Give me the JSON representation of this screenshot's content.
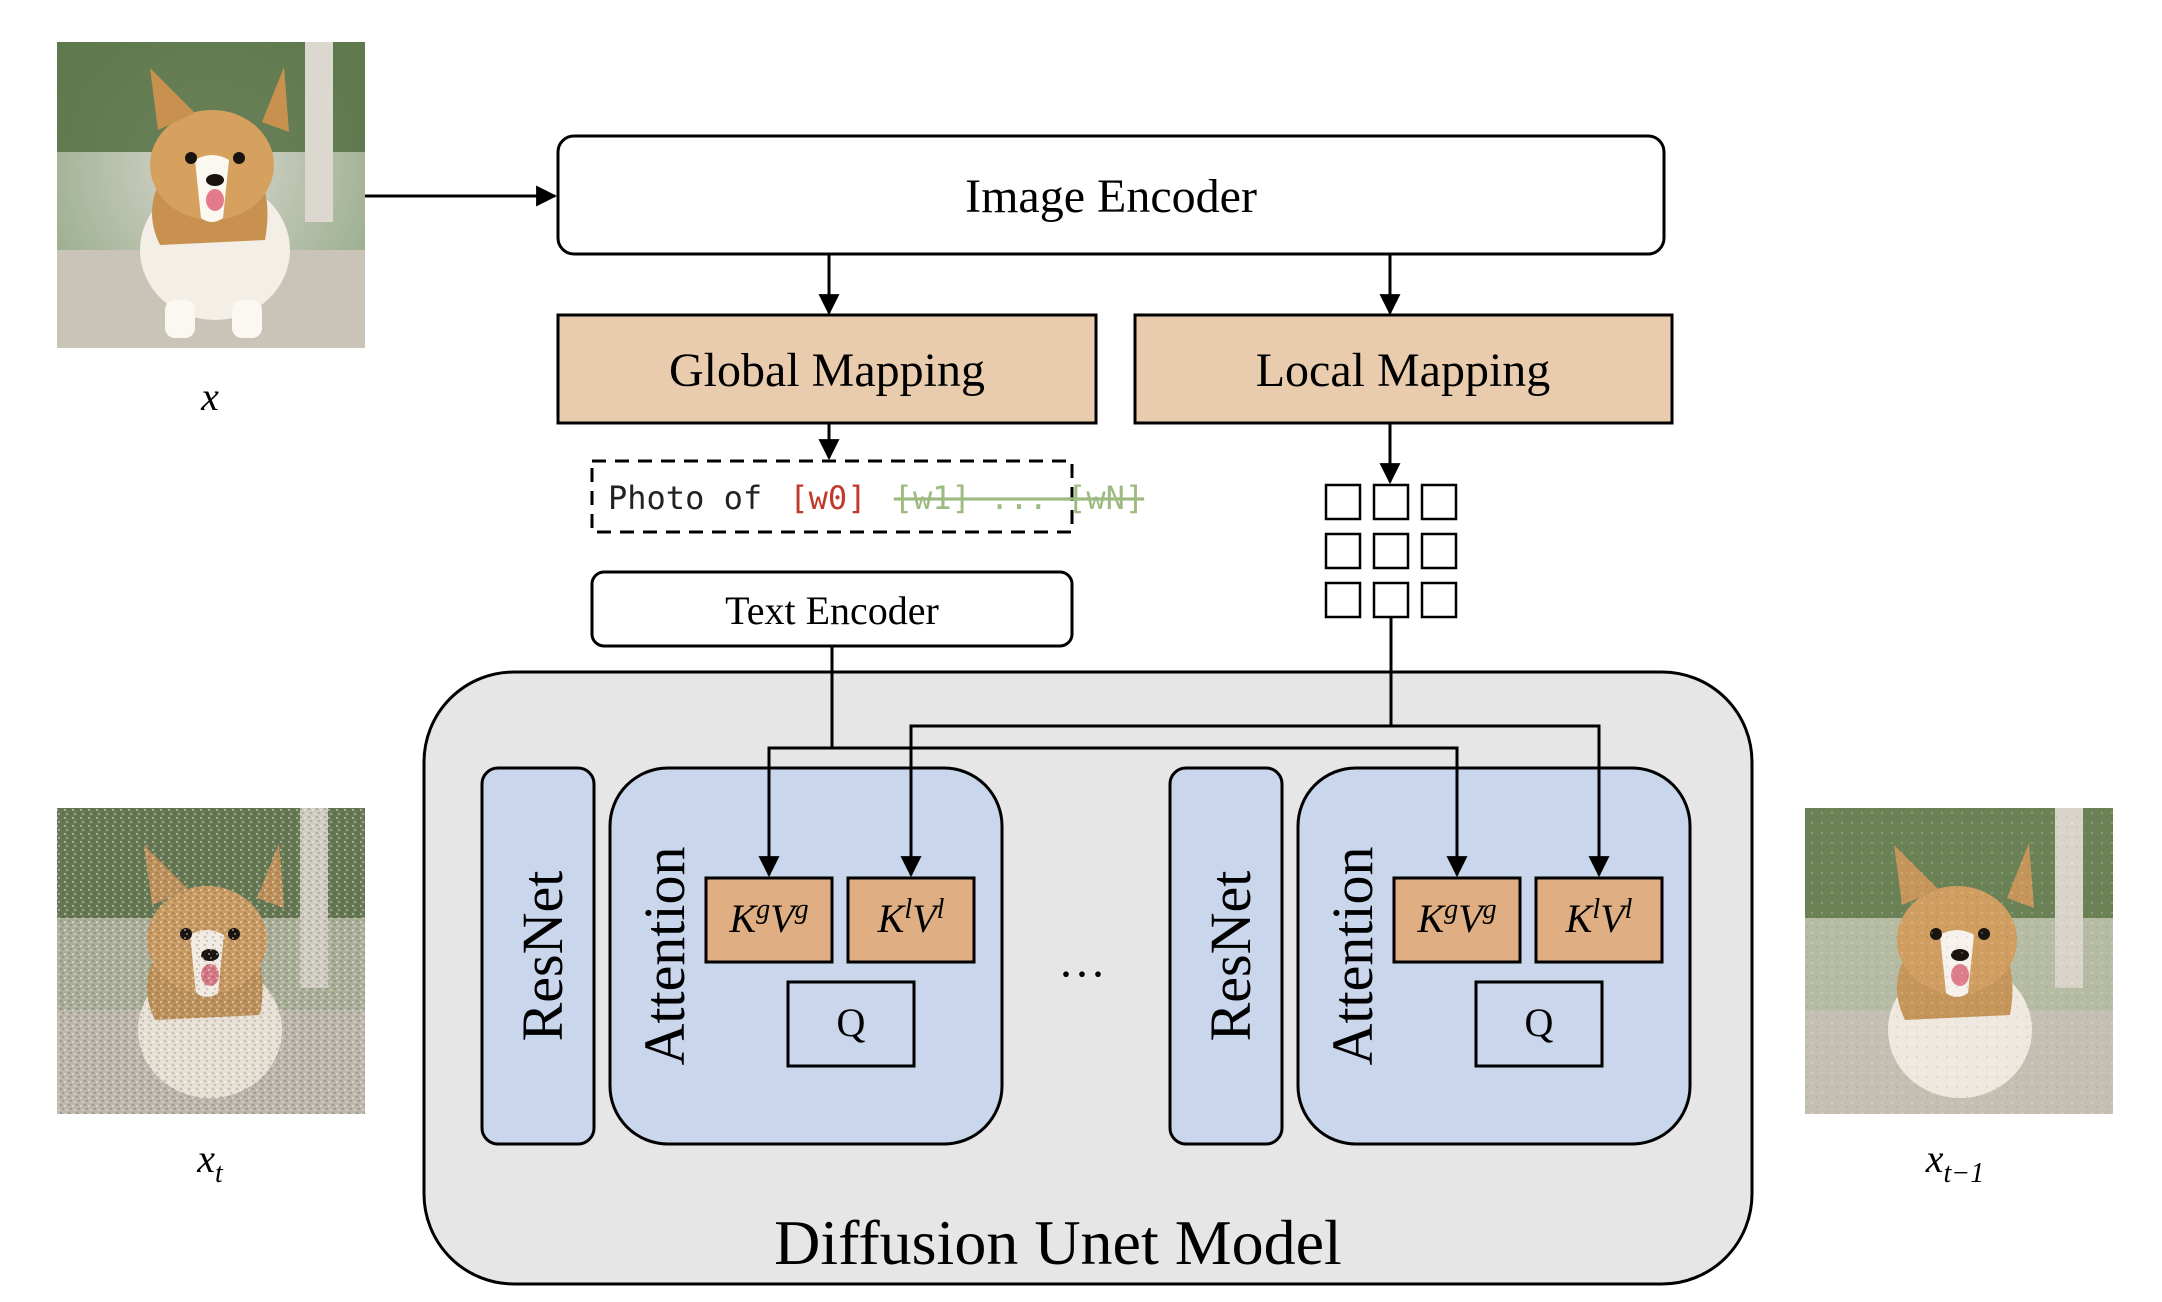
{
  "encoder": {
    "label": "Image Encoder"
  },
  "global_mapping": {
    "label": "Global Mapping"
  },
  "local_mapping": {
    "label": "Local Mapping"
  },
  "prompt": {
    "prefix": "Photo of",
    "w0": "[w0]",
    "rest": "[w1] ... [wN]"
  },
  "text_encoder": {
    "label": "Text Encoder"
  },
  "unet": {
    "label": "Diffusion Unet Model",
    "ellipsis": "···",
    "blocks": [
      {
        "resnet": "ResNet",
        "attention": "Attention",
        "kv_global": "KgVg",
        "kv_local": "KlVl",
        "query": "Q"
      },
      {
        "resnet": "ResNet",
        "attention": "Attention",
        "kv_global": "KgVg",
        "kv_local": "KlVl",
        "query": "Q"
      }
    ]
  },
  "images": {
    "input": {
      "label": "x"
    },
    "noisy": {
      "label": "xt"
    },
    "denoised": {
      "label": "xt-1"
    }
  },
  "colors": {
    "mapping_fill": "#E8CCAD",
    "kv_fill": "#DFAF83",
    "attention_fill": "#C9D6EC",
    "unet_fill": "#E6E6E6",
    "w0_color": "#C0392B",
    "rest_color": "#9DBB80"
  }
}
